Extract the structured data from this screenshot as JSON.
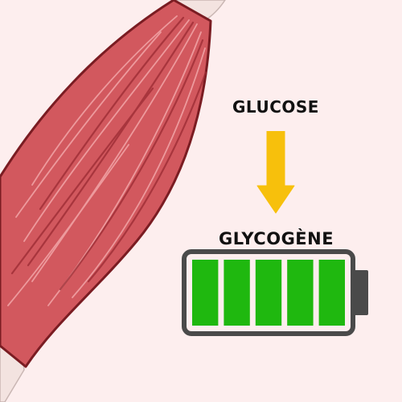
{
  "labels": {
    "input": "GLUCOSE",
    "storage": "GLYCOGÈNE"
  },
  "battery": {
    "cells": 5,
    "charge_level": 1.0
  },
  "colors": {
    "background": "#fdeeee",
    "muscle_fill": "#d2585e",
    "muscle_outline": "#7a1c22",
    "muscle_fiber_light": "#f2a6a8",
    "muscle_fiber_dark": "#9a2a32",
    "tendon": "#f3e3e0",
    "arrow": "#f7c00c",
    "battery_frame": "#4a4a4a",
    "battery_cell": "#1fb80f"
  },
  "icons": {
    "muscle": "muscle-illustration",
    "arrow": "arrow-down-icon",
    "battery": "battery-full-icon"
  }
}
